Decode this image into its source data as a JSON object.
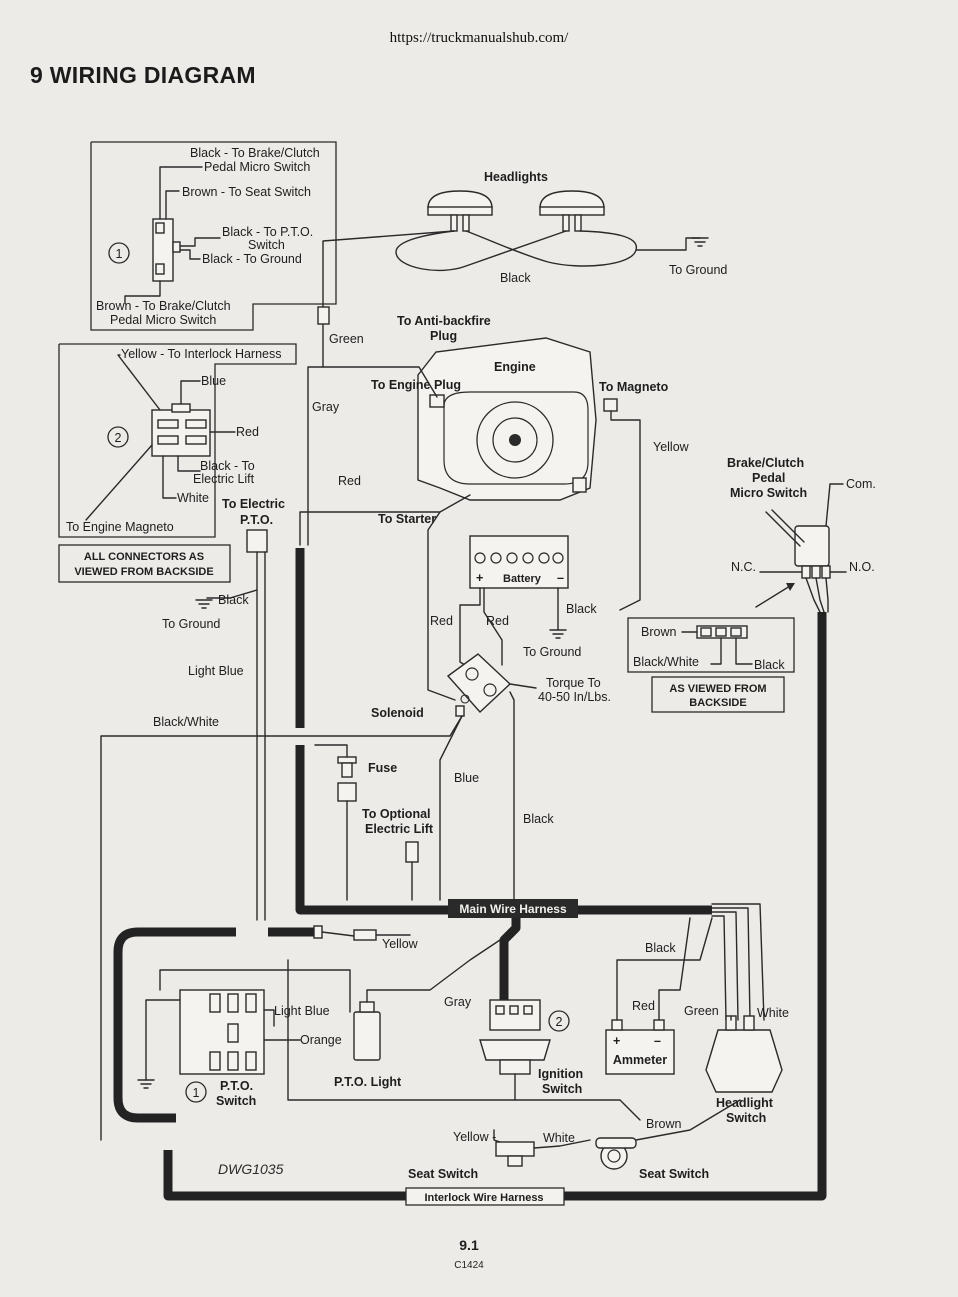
{
  "page": {
    "url": "https://truckmanualshub.com/",
    "title": "9 WIRING DIAGRAM",
    "page_number": "9.1",
    "page_code": "C1424",
    "drawing_id": "DWG1035"
  },
  "callout1": {
    "number": "1",
    "black_brake_1": "Black - To Brake/Clutch",
    "black_brake_2": "Pedal Micro Switch",
    "brown_seat": "Brown - To Seat Switch",
    "black_pto_1": "Black - To P.T.O.",
    "black_pto_2": "Switch",
    "black_ground": "Black - To Ground",
    "brown_brake_1": "Brown - To Brake/Clutch",
    "brown_brake_2": "Pedal Micro Switch"
  },
  "callout2": {
    "number": "2",
    "yellow_interlock": "Yellow - To Interlock Harness",
    "blue": "Blue",
    "red": "Red",
    "black_lift_1": "Black - To",
    "black_lift_2": "Electric Lift",
    "white": "White",
    "engine_magneto": "To Engine Magneto"
  },
  "connectors_note": {
    "line1": "ALL CONNECTORS AS",
    "line2": "VIEWED FROM BACKSIDE"
  },
  "backside_note": {
    "line1": "AS VIEWED FROM",
    "line2": "BACKSIDE"
  },
  "labels": {
    "headlights": "Headlights",
    "black_headlights": "Black",
    "to_ground_headlights": "To Ground",
    "green": "Green",
    "to_antibackfire_1": "To Anti-backfire",
    "to_antibackfire_2": "Plug",
    "engine": "Engine",
    "to_engine_plug": "To Engine Plug",
    "to_magneto": "To Magneto",
    "gray": "Gray",
    "yellow_magneto": "Yellow",
    "red_starter": "Red",
    "to_electric_pto_1": "To Electric",
    "to_electric_pto_2": "P.T.O.",
    "to_starter": "To Starter",
    "battery": "Battery",
    "battery_plus": "+",
    "battery_minus": "–",
    "black_battery": "Black",
    "red_battery_left": "Red",
    "red_battery_right": "Red",
    "to_ground_battery": "To Ground",
    "black_pto_ground": "Black",
    "to_ground_pto": "To Ground",
    "light_blue": "Light Blue",
    "black_white": "Black/White",
    "solenoid": "Solenoid",
    "torque_1": "Torque To",
    "torque_2": "40-50 In/Lbs.",
    "brake_clutch_1": "Brake/Clutch",
    "brake_clutch_2": "Pedal",
    "brake_clutch_3": "Micro Switch",
    "com": "Com.",
    "nc": "N.C.",
    "no": "N.O.",
    "brown_micro": "Brown",
    "black_white_micro": "Black/White",
    "black_micro": "Black",
    "fuse": "Fuse",
    "blue_wire": "Blue",
    "to_optional_1": "To Optional",
    "to_optional_2": "Electric Lift",
    "black_lift_wire": "Black",
    "main_harness": "Main Wire Harness",
    "yellow_harness": "Yellow",
    "black_ammeter": "Black",
    "gray_ignition": "Gray",
    "light_blue_pto": "Light Blue",
    "orange": "Orange",
    "pto_light": "P.T.O. Light",
    "ignition_1": "Ignition",
    "ignition_2": "Switch",
    "ignition_callout": "2",
    "red_ammeter": "Red",
    "green_headlight": "Green",
    "white_headlight": "White",
    "ammeter": "Ammeter",
    "ammeter_plus": "+",
    "ammeter_minus": "–",
    "headlight_switch_1": "Headlight",
    "headlight_switch_2": "Switch",
    "pto_switch_1": "P.T.O.",
    "pto_switch_2": "Switch",
    "pto_callout": "1",
    "yellow_seat": "Yellow -",
    "white_seat": "White",
    "brown_seat": "Brown",
    "seat_switch_left": "Seat Switch",
    "seat_switch_right": "Seat Switch",
    "interlock_harness": "Interlock Wire Harness"
  }
}
